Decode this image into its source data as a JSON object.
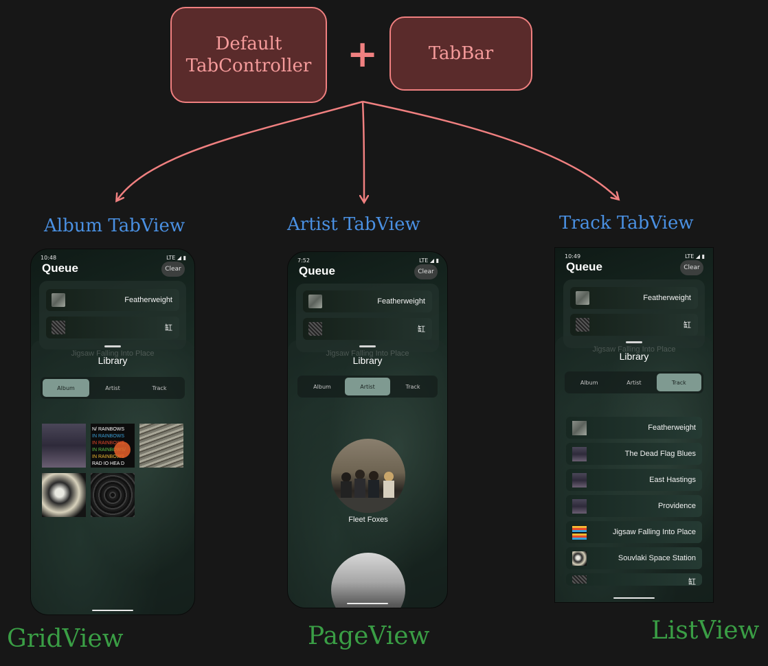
{
  "top": {
    "box_left": "Default\nTabController",
    "plus": "+",
    "box_right": "TabBar"
  },
  "headings": {
    "album": "Album TabView",
    "artist": "Artist TabView",
    "track": "Track TabView"
  },
  "captions": {
    "grid": "GridView",
    "page": "PageView",
    "list": "ListView"
  },
  "phones": {
    "album": {
      "time": "10:48",
      "network": "LTE ◢ ▮",
      "title": "Queue",
      "clear": "Clear",
      "queue": [
        "Featherweight",
        "缸"
      ],
      "ghost": "Jigsaw Falling Into Place",
      "sheet_title": "Library",
      "tabs": [
        "Album",
        "Artist",
        "Track"
      ],
      "active_tab": "Album"
    },
    "artist": {
      "time": "7:52",
      "network": "LTE ◢ ▮",
      "title": "Queue",
      "clear": "Clear",
      "queue": [
        "Featherweight",
        "缸"
      ],
      "ghost": "Jigsaw Falling Into Place",
      "sheet_title": "Library",
      "tabs": [
        "Album",
        "Artist",
        "Track"
      ],
      "active_tab": "Artist",
      "artist_name": "Fleet Foxes"
    },
    "track": {
      "time": "10:49",
      "network": "LTE ◢ ▮",
      "title": "Queue",
      "clear": "Clear",
      "queue": [
        "Featherweight",
        "缸"
      ],
      "ghost": "Jigsaw Falling Into Place",
      "sheet_title": "Library",
      "tabs": [
        "Album",
        "Artist",
        "Track"
      ],
      "active_tab": "Track",
      "tracks": [
        "Featherweight",
        "The Dead Flag Blues",
        "East Hastings",
        "Providence",
        "Jigsaw Falling Into Place",
        "Souvlaki Space Station",
        "缸"
      ]
    }
  },
  "colors": {
    "background": "#171717",
    "box_fill": "#5a2b2b",
    "box_stroke": "#f08080",
    "heading_blue": "#4a90e2",
    "caption_green": "#3a9e45"
  }
}
